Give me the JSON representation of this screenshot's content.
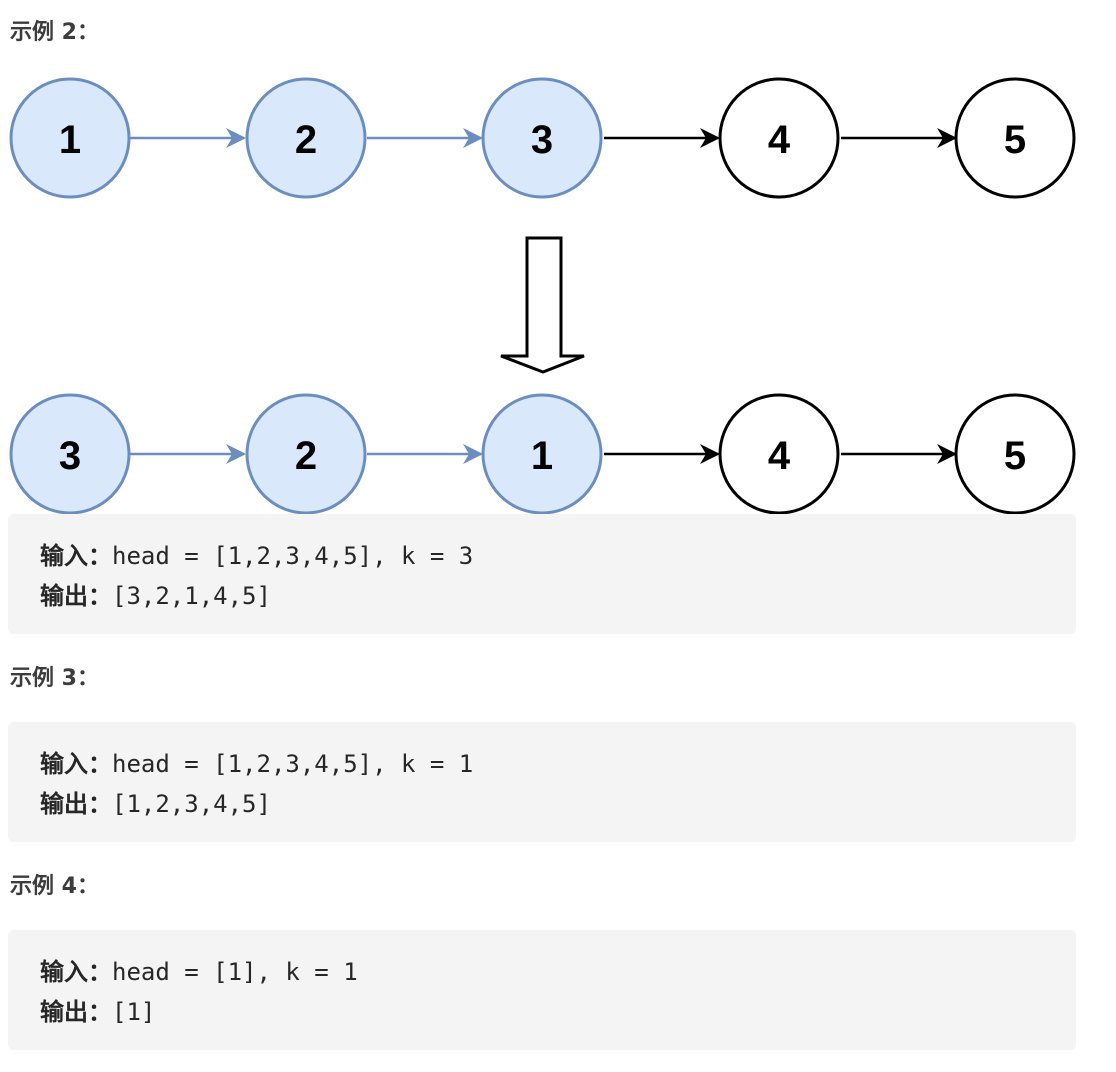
{
  "examples": [
    {
      "heading": "示例 2：",
      "input_label": "输入：",
      "input_value": "head = [1,2,3,4,5], k = 3",
      "output_label": "输出：",
      "output_value": "[3,2,1,4,5]"
    },
    {
      "heading": "示例 3：",
      "input_label": "输入：",
      "input_value": "head = [1,2,3,4,5], k = 1",
      "output_label": "输出：",
      "output_value": "[1,2,3,4,5]"
    },
    {
      "heading": "示例 4：",
      "input_label": "输入：",
      "input_value": "head = [1], k = 1",
      "output_label": "输出：",
      "output_value": "[1]"
    }
  ],
  "diagram": {
    "before": [
      "1",
      "2",
      "3",
      "4",
      "5"
    ],
    "after": [
      "3",
      "2",
      "1",
      "4",
      "5"
    ],
    "highlight_count": 3,
    "colors": {
      "highlight_fill": "#dae8fc",
      "highlight_stroke": "#6c8ebf",
      "normal_fill": "#ffffff",
      "normal_stroke": "#000000"
    }
  }
}
